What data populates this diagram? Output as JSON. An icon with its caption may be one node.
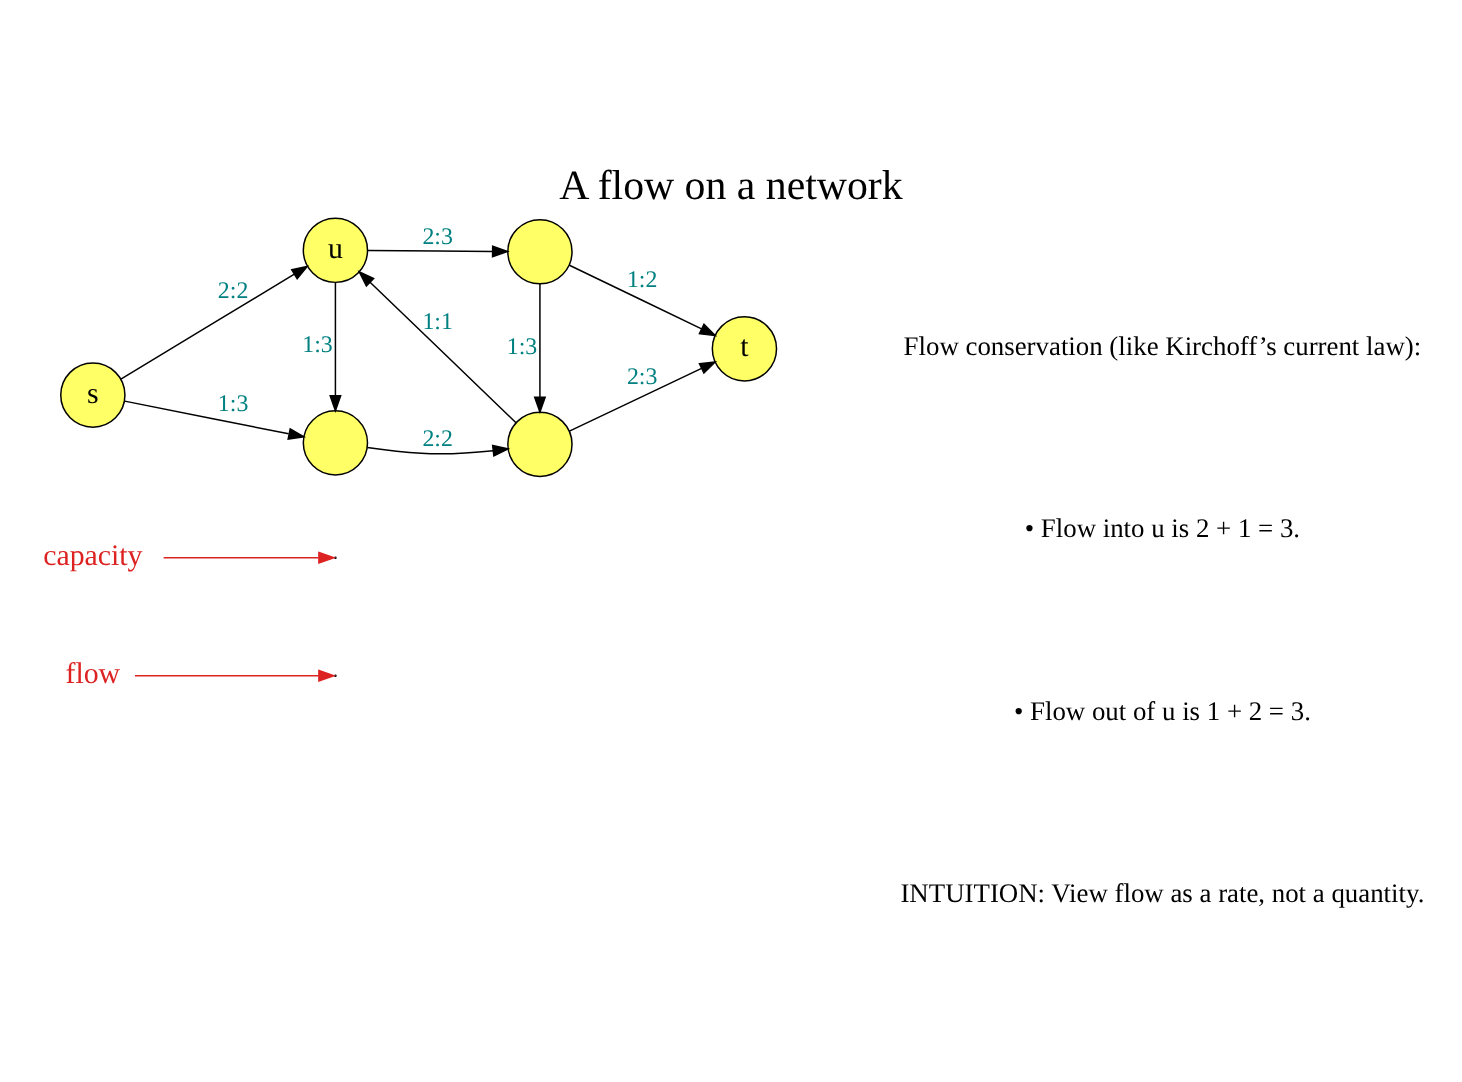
{
  "diagram": {
    "title": "A flow on a network",
    "nodes": [
      {
        "text": [
          "flow"
        ]
      },
      {
        "text": [
          "capacity"
        ]
      },
      {
        "text": [
          "s"
        ]
      },
      {
        "text": [],
        "shape": "circle"
      },
      {
        "text": [],
        "shape": "circle"
      },
      {
        "text": [
          "u"
        ]
      },
      {
        "text": [],
        "shape": "circle"
      },
      {
        "text": [
          "t"
        ]
      }
    ],
    "edges": [
      {
        "from": 0,
        "to": null,
        "arrow": "to",
        "color": "#dd2222"
      },
      {
        "from": 1,
        "to": null,
        "arrow": "to",
        "color": "#dd2222"
      },
      {
        "from": 2,
        "to": 3,
        "arrow": "to",
        "label": "1:3"
      },
      {
        "from": 3,
        "to": 4,
        "arrow": "to",
        "label": "2:2"
      },
      {
        "from": 4,
        "to": 7,
        "arrow": "to",
        "label": "2:3"
      },
      {
        "from": 2,
        "to": 5,
        "arrow": "to",
        "label": "2:2"
      },
      {
        "from": 5,
        "to": 3,
        "arrow": "to",
        "label": "1:3"
      },
      {
        "from": 4,
        "to": 5,
        "arrow": "to",
        "label": "1:1"
      },
      {
        "from": 6,
        "to": 4,
        "arrow": "to",
        "label": "1:3"
      },
      {
        "from": 5,
        "to": 6,
        "arrow": "to",
        "label": "2:3"
      },
      {
        "from": 6,
        "to": 7,
        "arrow": "to",
        "label": "1:2"
      }
    ],
    "labels": [
      "Flow conservation (like Kirchoff’s current law):",
      "• Flow into u is 2 + 1 = 3.",
      "• Flow out of u is 1 + 2 = 3.",
      "INTUITION: View flow as a rate, not a quantity."
    ]
  }
}
